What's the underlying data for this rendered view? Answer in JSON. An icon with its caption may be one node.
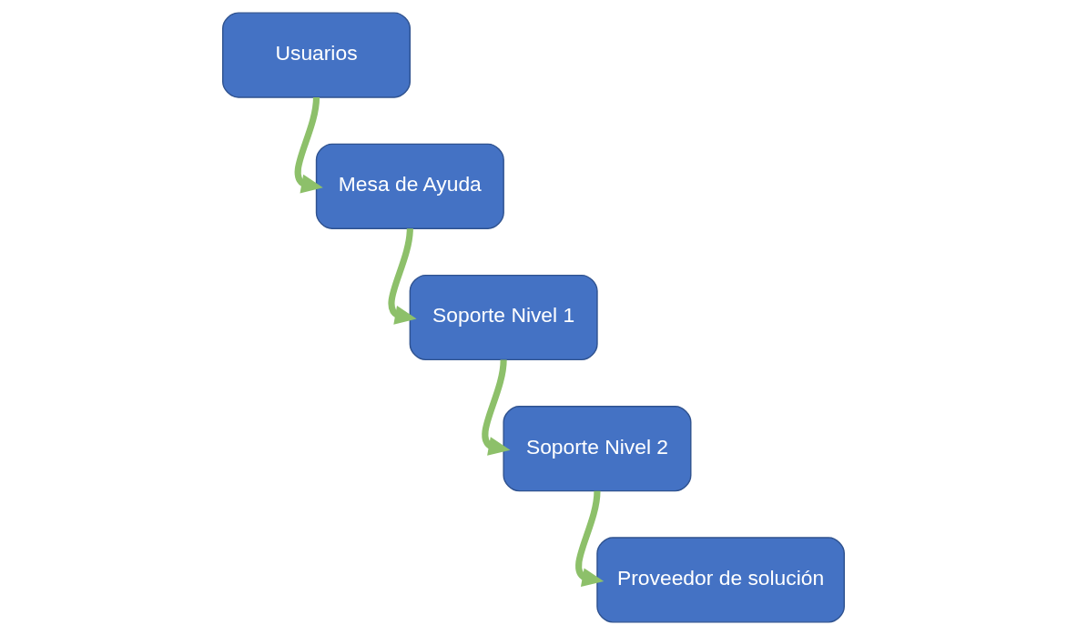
{
  "diagram": {
    "nodes": [
      {
        "text": [
          "Usuarios"
        ]
      },
      {
        "text": [
          "Mesa de Ayuda"
        ]
      },
      {
        "text": [
          "Soporte Nivel 1"
        ]
      },
      {
        "text": [
          "Soporte Nivel 2"
        ]
      },
      {
        "text": [
          "Proveedor de solución"
        ]
      }
    ],
    "edges": [
      {
        "from": 0,
        "to": 1,
        "arrow": "to"
      },
      {
        "from": 1,
        "to": 2,
        "arrow": "to"
      },
      {
        "from": 2,
        "to": 3,
        "arrow": "to"
      },
      {
        "from": 3,
        "to": 4,
        "arrow": "to"
      }
    ]
  }
}
